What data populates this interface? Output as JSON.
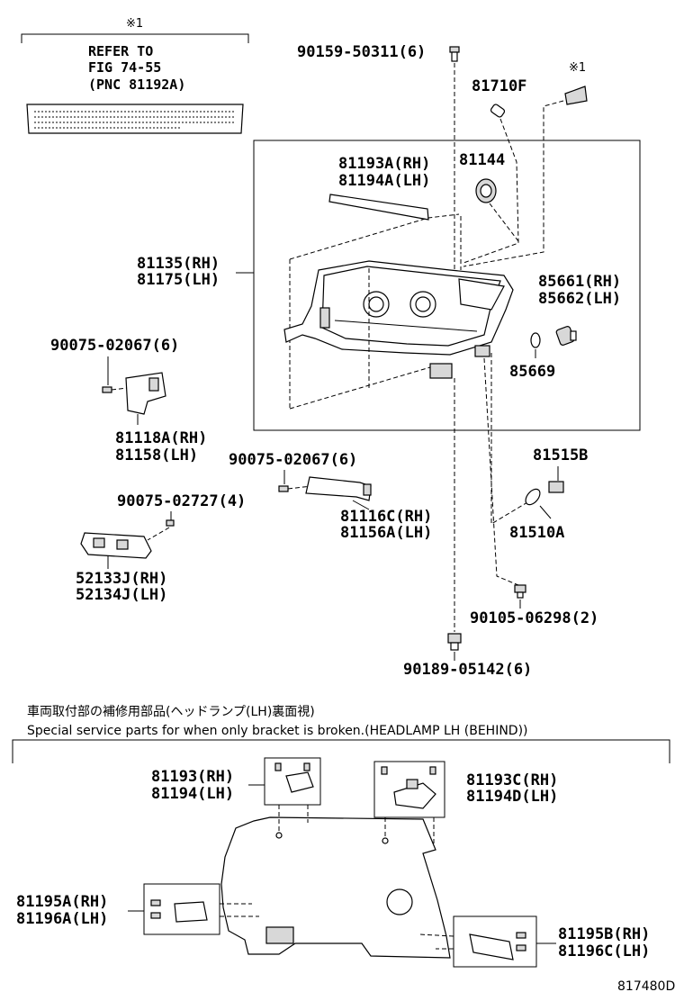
{
  "header_note": {
    "mark": "※1",
    "refer_line1": "REFER TO",
    "refer_line2": "FIG 74-55",
    "refer_line3": "(PNC 81192A)"
  },
  "labels": {
    "p90159": "90159-50311(6)",
    "p81710F": "81710F",
    "mark2": "※1",
    "p81193A": "81193A(RH)",
    "p81194A": "81194A(LH)",
    "p81144": "81144",
    "p81135": "81135(RH)",
    "p81175": "81175(LH)",
    "p85661": "85661(RH)",
    "p85662": "85662(LH)",
    "p90075a": "90075-02067(6)",
    "p85669": "85669",
    "p81118A": "81118A(RH)",
    "p81158": "81158(LH)",
    "p90075b": "90075-02067(6)",
    "p81515B": "81515B",
    "p90075c": "90075-02727(4)",
    "p81116C": "81116C(RH)",
    "p81156A": "81156A(LH)",
    "p81510A": "81510A",
    "p52133J": "52133J(RH)",
    "p52134J": "52134J(LH)",
    "p90105": "90105-06298(2)",
    "p90189": "90189-05142(6)"
  },
  "service_section": {
    "title_jp": "車両取付部の補修用部品(ヘッドランプ(LH)裏面視)",
    "title_en": "Special service parts for when only bracket is broken.(HEADLAMP LH (BEHIND))",
    "p81193": "81193(RH)",
    "p81194": "81194(LH)",
    "p81193C": "81193C(RH)",
    "p81194D": "81194D(LH)",
    "p81195A": "81195A(RH)",
    "p81196A": "81196A(LH)",
    "p81195B": "81195B(RH)",
    "p81196C": "81196C(LH)"
  },
  "figure_code": "817480D"
}
